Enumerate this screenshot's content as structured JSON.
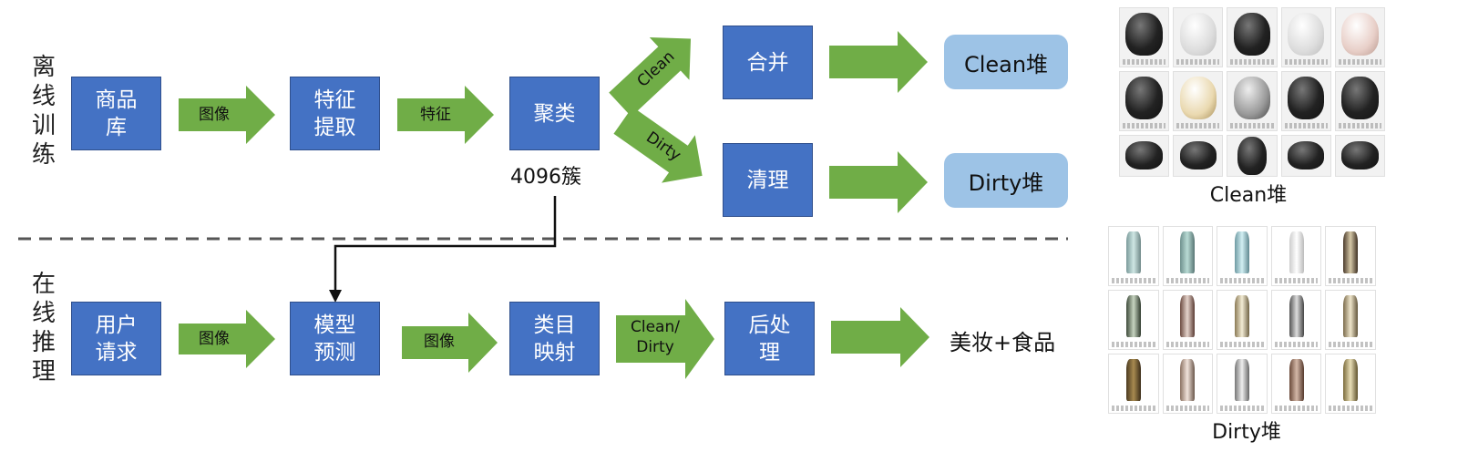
{
  "rows": {
    "offline": "离线训练",
    "online": "在线推理"
  },
  "offline_flow": {
    "box_goods": "商品\n库",
    "arrow_image_1": "图像",
    "box_feature_extract": "特征\n提取",
    "arrow_feature": "特征",
    "box_cluster": "聚类",
    "cluster_count": "4096簇",
    "arrow_clean": "Clean",
    "arrow_dirty": "Dirty",
    "box_merge": "合并",
    "box_clean_up": "清理",
    "result_clean": "Clean堆",
    "result_dirty": "Dirty堆"
  },
  "online_flow": {
    "box_request": "用户\n请求",
    "arrow_image_1": "图像",
    "box_predict": "模型\n预测",
    "arrow_image_2": "图像",
    "box_mapping": "类目\n映射",
    "arrow_clean_dirty": "Clean/\nDirty",
    "box_post": "后处\n理",
    "result": "美妆+食品"
  },
  "samples": {
    "clean_title": "Clean堆",
    "dirty_title": "Dirty堆"
  },
  "colors": {
    "box_blue": "#4472c4",
    "arrow_green": "#70ad47",
    "pill_blue": "#9dc3e6",
    "divider": "#555555"
  }
}
